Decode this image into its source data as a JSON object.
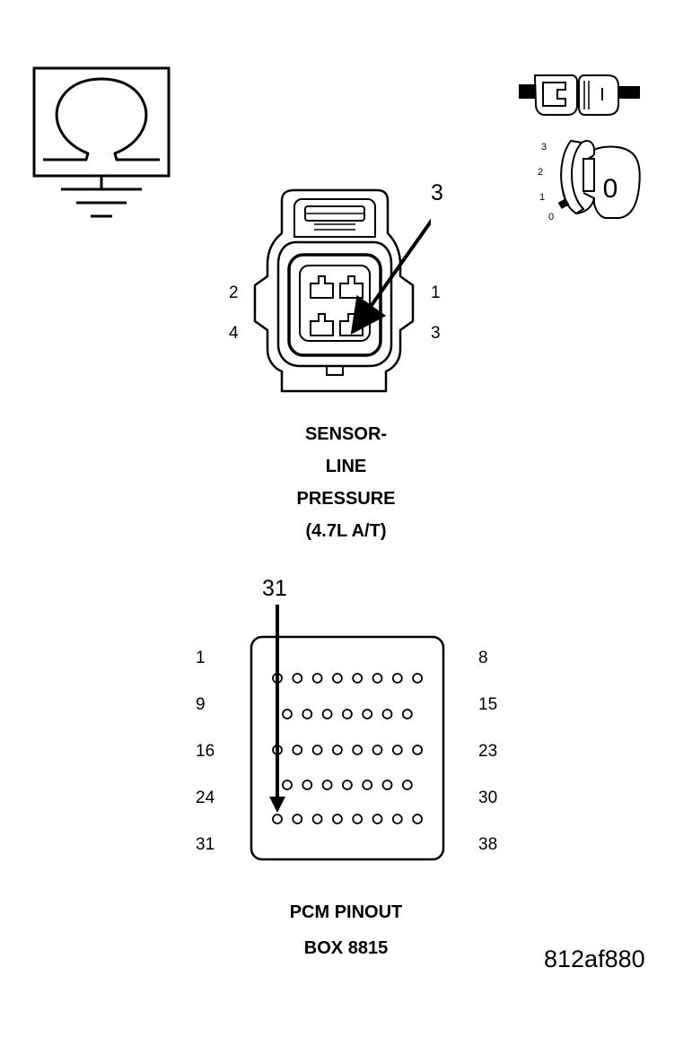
{
  "ohmmeter_icon": {
    "name": "ohm-meter-ground-icon"
  },
  "ignition_icon": {
    "name": "ignition-switch-off-icon",
    "connector_symbol": "disconnected-connector-icon",
    "positions": [
      "3",
      "2",
      "1",
      "0"
    ],
    "key_label": "0"
  },
  "sensor_connector": {
    "callout": "3",
    "pins_left": [
      "2",
      "4"
    ],
    "pins_right": [
      "1",
      "3"
    ],
    "title_lines": [
      "SENSOR-",
      "LINE",
      "PRESSURE",
      "(4.7L A/T)"
    ]
  },
  "pcm_connector": {
    "callout": "31",
    "row_start_labels": [
      "1",
      "9",
      "16",
      "24",
      "31"
    ],
    "row_end_labels": [
      "8",
      "15",
      "23",
      "30",
      "38"
    ],
    "row_pin_counts": [
      8,
      7,
      8,
      7,
      8
    ],
    "title_lines": [
      "PCM PINOUT",
      "BOX 8815"
    ]
  },
  "figure_id": "812af880"
}
